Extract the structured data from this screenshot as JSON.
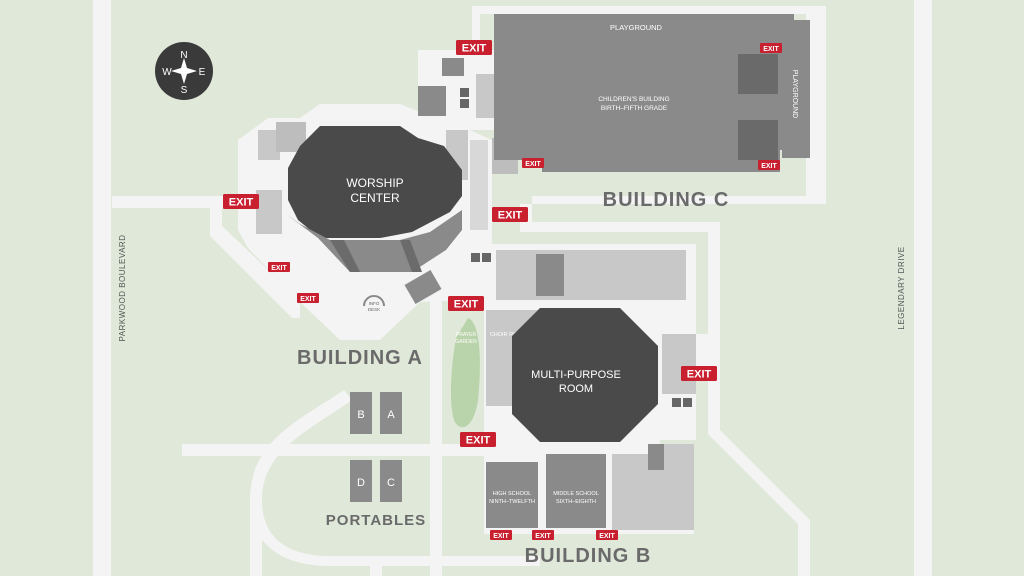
{
  "streets": {
    "west": "PARKWOOD BOULEVARD",
    "east": "LEGENDARY DRIVE"
  },
  "compass": {
    "n": "N",
    "s": "S",
    "e": "E",
    "w": "W",
    "icon": "compass-rose-icon"
  },
  "buildings": {
    "a": "BUILDING A",
    "b": "BUILDING B",
    "c": "BUILDING C",
    "portables": "PORTABLES"
  },
  "rooms": {
    "worship_line1": "WORSHIP",
    "worship_line2": "CENTER",
    "mpr_line1": "MULTI-PURPOSE",
    "mpr_line2": "ROOM",
    "childrens_line1": "CHILDREN'S BUILDING",
    "childrens_line2": "BIRTH–FIFTH GRADE",
    "playground_top": "PLAYGROUND",
    "playground_side": "PLAYGROUND",
    "choir": "CHOIR ROOM",
    "prayer_line1": "PRAYER",
    "prayer_line2": "GARDEN",
    "info_line1": "INFO",
    "info_line2": "DESK",
    "hs_line1": "HIGH SCHOOL",
    "hs_line2": "NINTH–TWELFTH",
    "ms_line1": "MIDDLE SCHOOL",
    "ms_line2": "SIXTH–EIGHTH"
  },
  "portables": [
    "B",
    "A",
    "D",
    "C"
  ],
  "exit_label": "EXIT",
  "colors": {
    "background": "#dfe8d9",
    "path": "#f4f4f4",
    "building_light": "#c8c8c8",
    "building_mid": "#8a8a8a",
    "building_dark": "#4a4a4a",
    "exit": "#c8202f",
    "garden": "#b9d3aa"
  },
  "icons": [
    "restroom-icon",
    "compass-rose-icon"
  ]
}
